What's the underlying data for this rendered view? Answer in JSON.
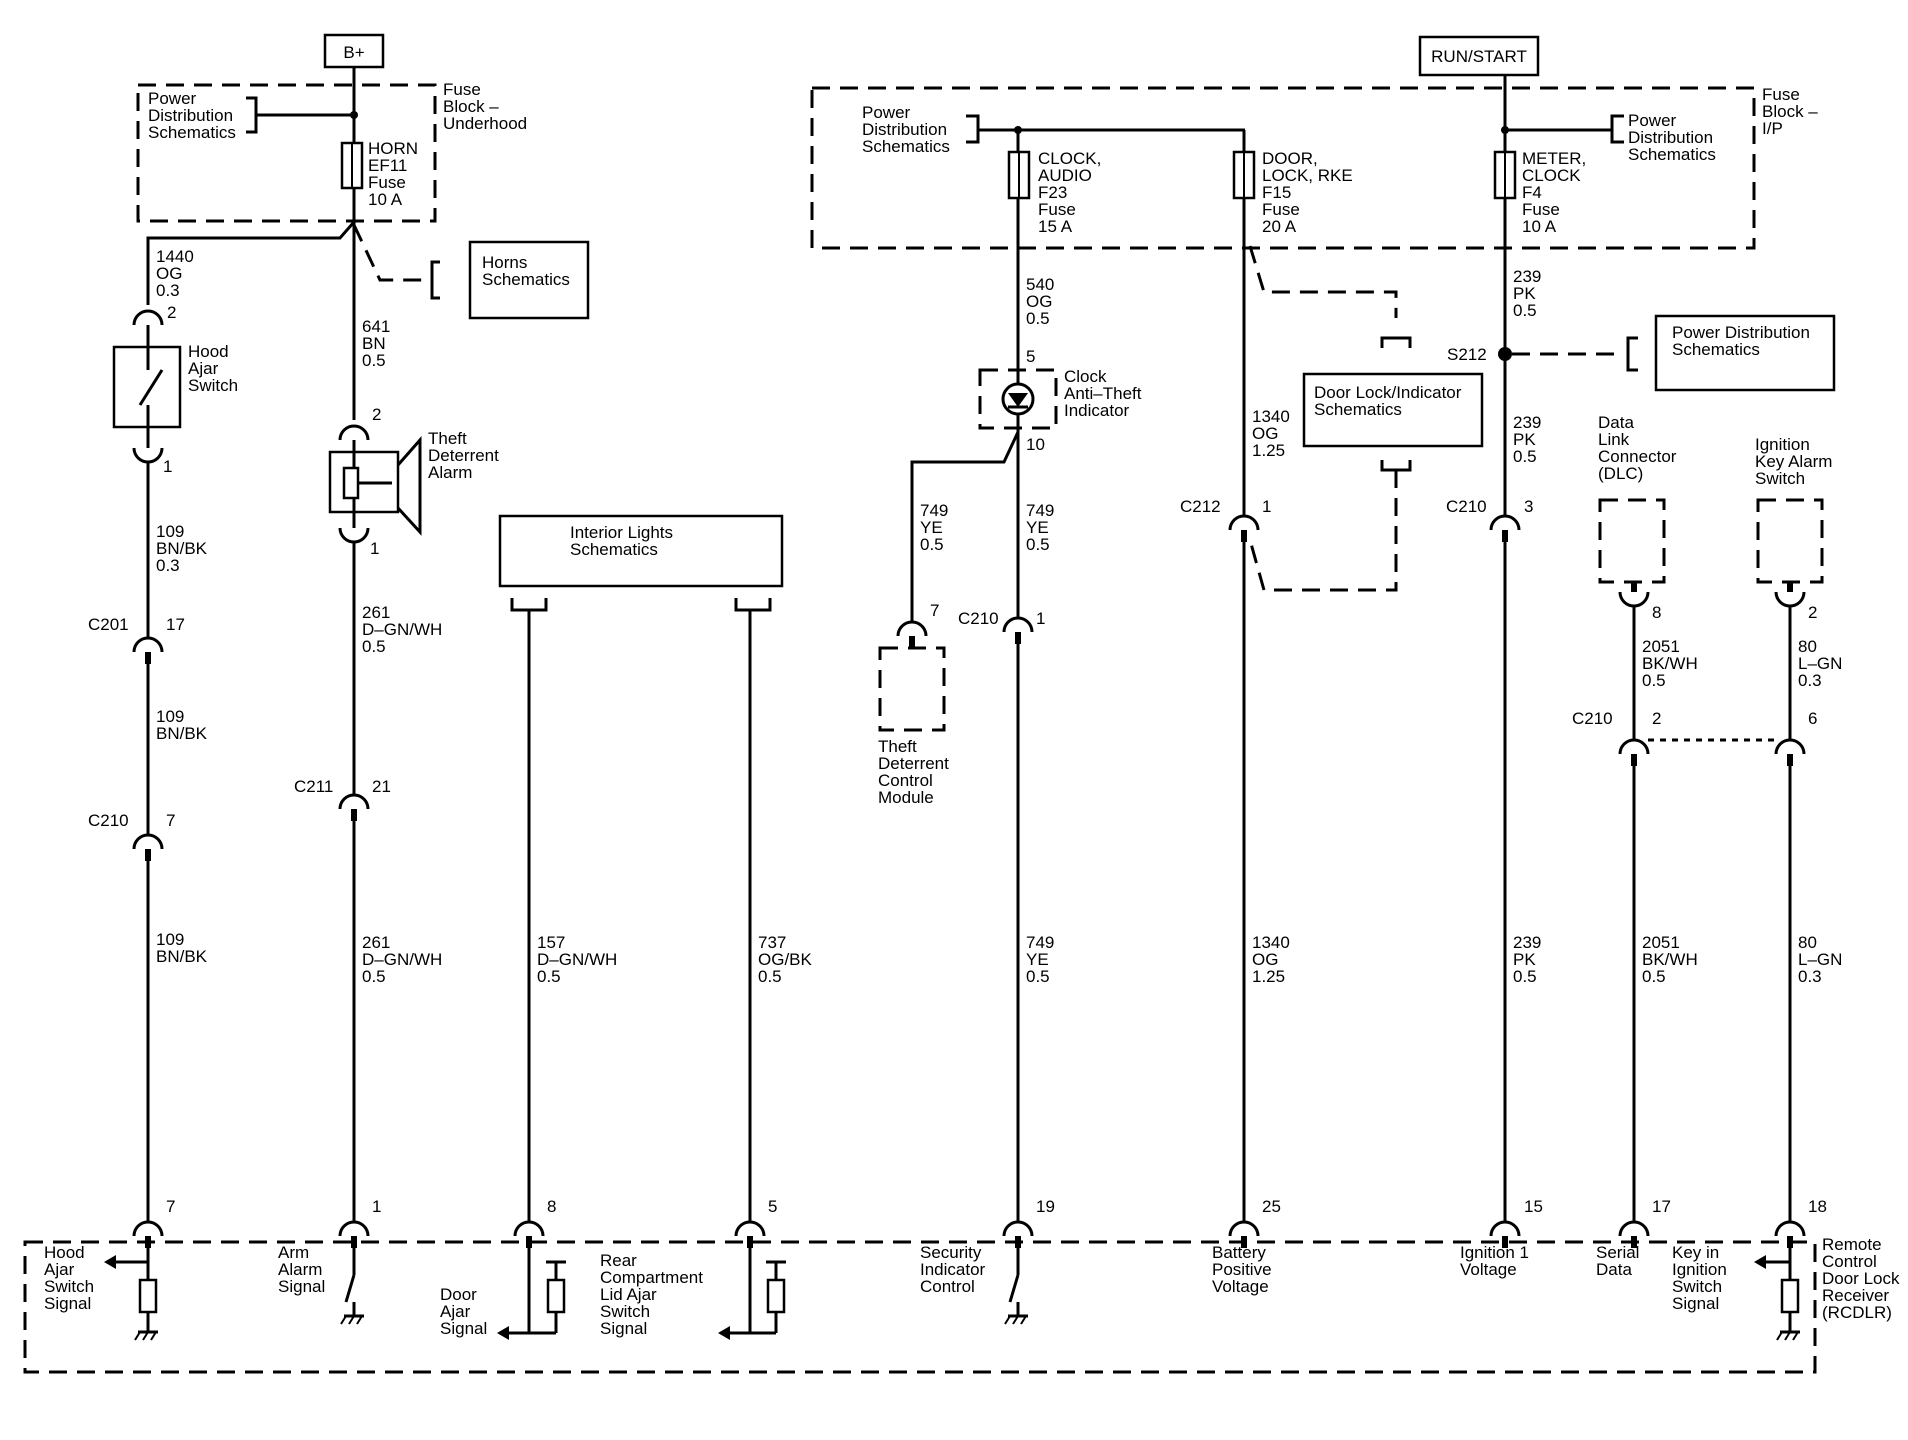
{
  "power": {
    "bplus": "B+",
    "runstart": "RUN/START"
  },
  "fuse_block_underhood": {
    "label": [
      "Fuse",
      "Block –",
      "Underhood"
    ],
    "pds": [
      "Power",
      "Distribution",
      "Schematics"
    ],
    "horn_fuse": [
      "HORN",
      "EF11",
      "Fuse",
      "10 A"
    ],
    "horns_ref": [
      "Horns",
      "Schematics"
    ]
  },
  "fuse_block_ip": {
    "label": [
      "Fuse",
      "Block –",
      "I/P"
    ],
    "pds_left": [
      "Power",
      "Distribution",
      "Schematics"
    ],
    "pds_right": [
      "Power",
      "Distribution",
      "Schematics"
    ],
    "clock_fuse": [
      "CLOCK,",
      "AUDIO",
      "F23",
      "Fuse",
      "15 A"
    ],
    "door_fuse": [
      "DOOR,",
      "LOCK, RKE",
      "F15",
      "Fuse",
      "20 A"
    ],
    "meter_fuse": [
      "METER,",
      "CLOCK",
      "F4",
      "Fuse",
      "10 A"
    ]
  },
  "components": {
    "hood_ajar_switch": [
      "Hood",
      "Ajar",
      "Switch"
    ],
    "theft_alarm": [
      "Theft",
      "Deterrent",
      "Alarm"
    ],
    "interior_lights": [
      "Interior Lights",
      "Schematics"
    ],
    "clock_indicator": [
      "Clock",
      "Anti–Theft",
      "Indicator"
    ],
    "theft_module": [
      "Theft",
      "Deterrent",
      "Control",
      "Module"
    ],
    "door_lock_ref": [
      "Door Lock/Indicator",
      "Schematics"
    ],
    "pds_splice": [
      "Power Distribution",
      "Schematics"
    ],
    "dlc": [
      "Data",
      "Link",
      "Connector",
      "(DLC)"
    ],
    "key_alarm": [
      "Ignition",
      "Key Alarm",
      "Switch"
    ],
    "rcdlr": [
      "Remote",
      "Control",
      "Door Lock",
      "Receiver",
      "(RCDLR)"
    ]
  },
  "wires": {
    "w1440": [
      "1440",
      "OG",
      "0.3"
    ],
    "w109a": [
      "109",
      "BN/BK",
      "0.3"
    ],
    "w109b": [
      "109",
      "BN/BK"
    ],
    "w109c": [
      "109",
      "BN/BK"
    ],
    "w641": [
      "641",
      "BN",
      "0.5"
    ],
    "w261a": [
      "261",
      "D–GN/WH",
      "0.5"
    ],
    "w261b": [
      "261",
      "D–GN/WH",
      "0.5"
    ],
    "w157": [
      "157",
      "D–GN/WH",
      "0.5"
    ],
    "w737": [
      "737",
      "OG/BK",
      "0.5"
    ],
    "w540": [
      "540",
      "OG",
      "0.5"
    ],
    "w749a": [
      "749",
      "YE",
      "0.5"
    ],
    "w749b": [
      "749",
      "YE",
      "0.5"
    ],
    "w749c": [
      "749",
      "YE",
      "0.5"
    ],
    "w1340a": [
      "1340",
      "OG",
      "1.25"
    ],
    "w1340b": [
      "1340",
      "OG",
      "1.25"
    ],
    "w239a": [
      "239",
      "PK",
      "0.5"
    ],
    "w239b": [
      "239",
      "PK",
      "0.5"
    ],
    "w239c": [
      "239",
      "PK",
      "0.5"
    ],
    "w2051a": [
      "2051",
      "BK/WH",
      "0.5"
    ],
    "w2051b": [
      "2051",
      "BK/WH",
      "0.5"
    ],
    "w80a": [
      "80",
      "L–GN",
      "0.3"
    ],
    "w80b": [
      "80",
      "L–GN",
      "0.3"
    ]
  },
  "connectors": {
    "c201": "C201",
    "c210": "C210",
    "c211": "C211",
    "c212": "C212",
    "s212": "S212"
  },
  "pins": {
    "hood_top": "2",
    "hood_bot": "1",
    "c201_hood": "17",
    "c210_hood": "7",
    "alarm_top": "2",
    "alarm_bot": "1",
    "c211_alarm": "21",
    "ind_top": "5",
    "ind_bot": "10",
    "module_pin": "7",
    "c210_749": "1",
    "c212_1340": "1",
    "c210_239": "3",
    "dlc_pin": "8",
    "key_pin": "2",
    "c210_2051": "2",
    "c210_80": "6",
    "r_hood": "7",
    "r_arm": "1",
    "r_door": "8",
    "r_rear": "5",
    "r_sec": "19",
    "r_batt": "25",
    "r_ign": "15",
    "r_serial": "17",
    "r_key": "18"
  },
  "signals": {
    "hood": [
      "Hood",
      "Ajar",
      "Switch",
      "Signal"
    ],
    "arm": [
      "Arm",
      "Alarm",
      "Signal"
    ],
    "door": [
      "Door",
      "Ajar",
      "Signal"
    ],
    "rear": [
      "Rear",
      "Compartment",
      "Lid Ajar",
      "Switch",
      "Signal"
    ],
    "security": [
      "Security",
      "Indicator",
      "Control"
    ],
    "battery": [
      "Battery",
      "Positive",
      "Voltage"
    ],
    "ignition": [
      "Ignition 1",
      "Voltage"
    ],
    "serial": [
      "Serial",
      "Data"
    ],
    "key": [
      "Key in",
      "Ignition",
      "Switch",
      "Signal"
    ]
  }
}
